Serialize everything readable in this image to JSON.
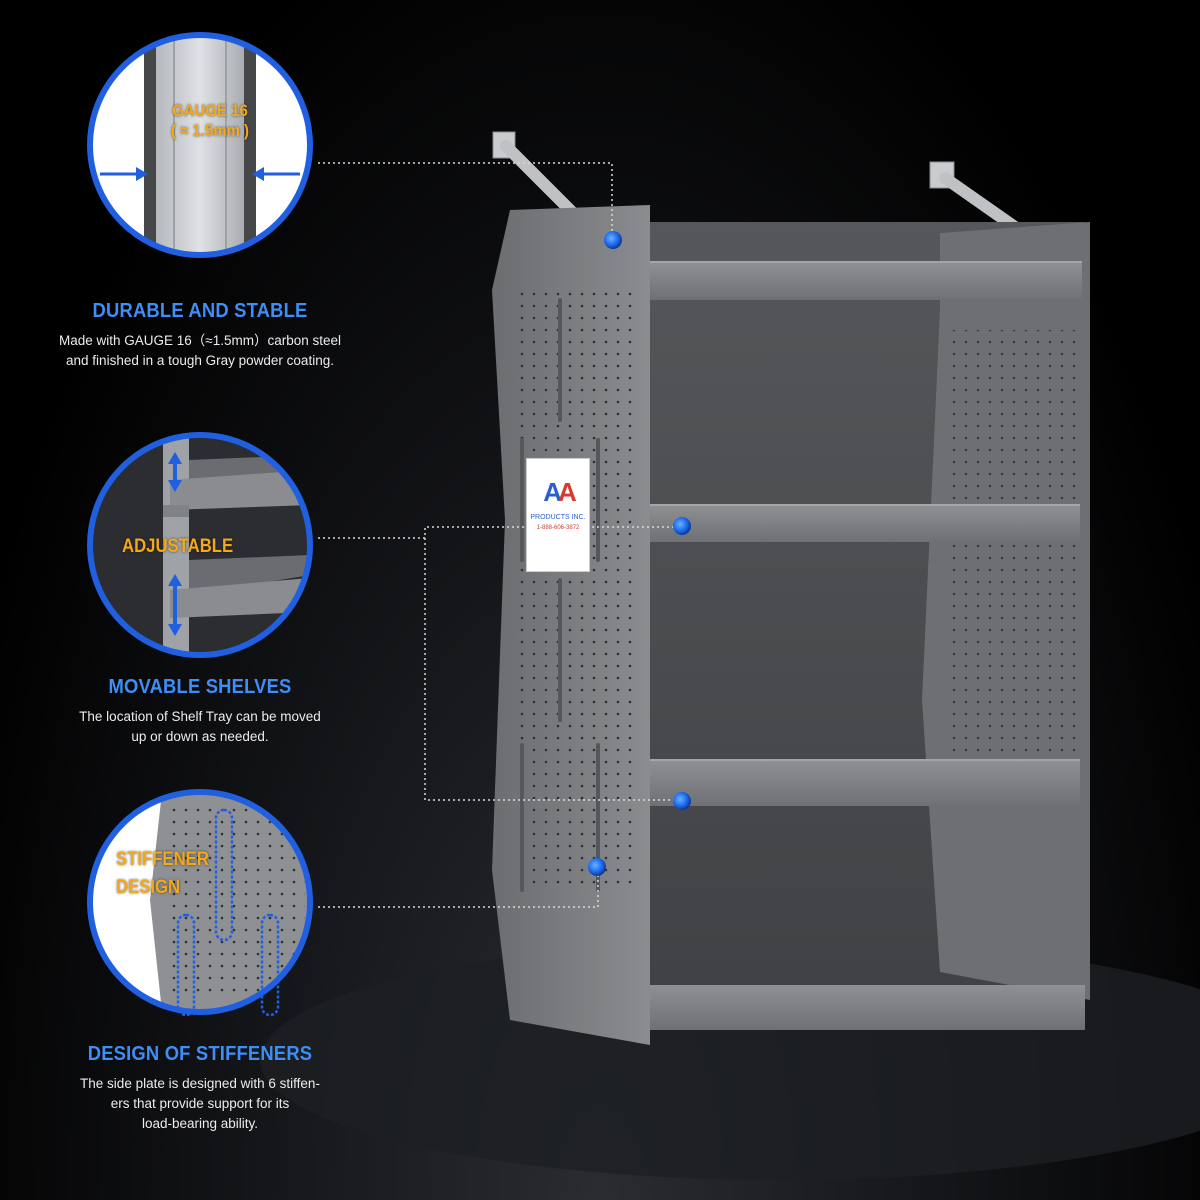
{
  "features": [
    {
      "title": "DURABLE AND STABLE",
      "lines": [
        "Made with GAUGE 16（≈1.5mm）carbon steel",
        "and finished in a tough Gray powder coating."
      ],
      "badge_lines": [
        "GAUGE 16",
        "( ≈ 1.5mm )"
      ],
      "icon": "thickness-arrows-icon"
    },
    {
      "title": "MOVABLE SHELVES",
      "lines": [
        "The location of Shelf Tray can be moved",
        "up or down as needed."
      ],
      "badge_lines": [
        "ADJUSTABLE"
      ],
      "icon": "up-down-arrows-icon"
    },
    {
      "title": "DESIGN OF STIFFENERS",
      "lines": [
        "The side plate is designed with 6 stiffen-",
        "ers that provide support for its",
        "load-bearing ability."
      ],
      "badge_lines": [
        "STIFFENER",
        "DESIGN"
      ],
      "icon": "stiffener-outline-icon"
    }
  ],
  "label": {
    "logo_text": "AA",
    "company": "PRODUCTS INC.",
    "phone": "1-888-606-3872"
  },
  "colors": {
    "accent_blue": "#3e8ef7",
    "ring_blue": "#1f5fe0",
    "badge_orange": "#f4a81c",
    "steel_gray": "#7b7d80",
    "background": "#000000"
  }
}
